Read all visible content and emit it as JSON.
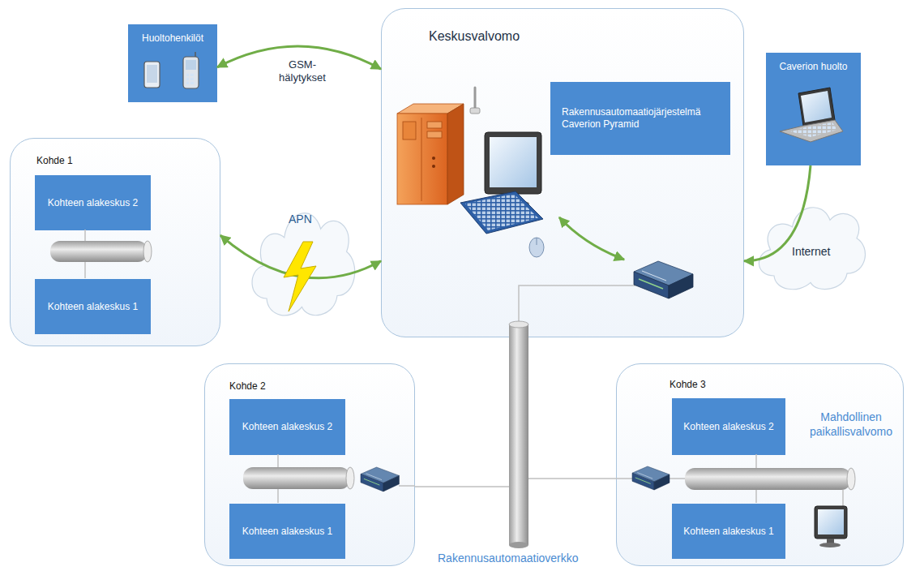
{
  "diagram": {
    "nodes": [
      {
        "text": [
          "Huoltohenkilöt"
        ]
      },
      {
        "text": [
          "Keskusvalvomo"
        ]
      },
      {
        "text": [
          "Rakennusautomaatiojärjestelmä Caverion Pyramid"
        ],
        "in": 1
      },
      {
        "text": [
          "Caverion huolto"
        ]
      },
      {
        "text": [
          "Kohde 1"
        ]
      },
      {
        "text": [
          "Kohteen alakeskus 2"
        ],
        "in": 4
      },
      {
        "text": [
          "Kohteen alakeskus 1"
        ],
        "in": 4
      },
      {
        "text": [
          "APN"
        ]
      },
      {
        "text": [
          "Internet"
        ]
      },
      {
        "text": [
          "Kohde 2"
        ]
      },
      {
        "text": [
          "Kohteen alakeskus 2"
        ],
        "in": 9
      },
      {
        "text": [
          "Kohteen alakeskus 1"
        ],
        "in": 9
      },
      {
        "text": [
          "Kohde 3"
        ]
      },
      {
        "text": [
          "Kohteen alakeskus 2"
        ],
        "in": 12
      },
      {
        "text": [
          "Kohteen alakeskus 1"
        ],
        "in": 12
      }
    ],
    "edges": [
      {
        "from": 0,
        "to": 1,
        "arrow": "both",
        "label": "GSM-hälytykset"
      },
      {
        "from": 4,
        "to": 1,
        "arrow": "both"
      },
      {
        "from": 3,
        "to": 1,
        "arrow": "to"
      },
      {
        "from": 9,
        "to": 1,
        "arrow": "none"
      },
      {
        "from": 12,
        "to": 1,
        "arrow": "none"
      }
    ],
    "labels": [
      "Mahdollinen paikallisvalvomo",
      "Rakennusautomaatioverkko"
    ]
  }
}
